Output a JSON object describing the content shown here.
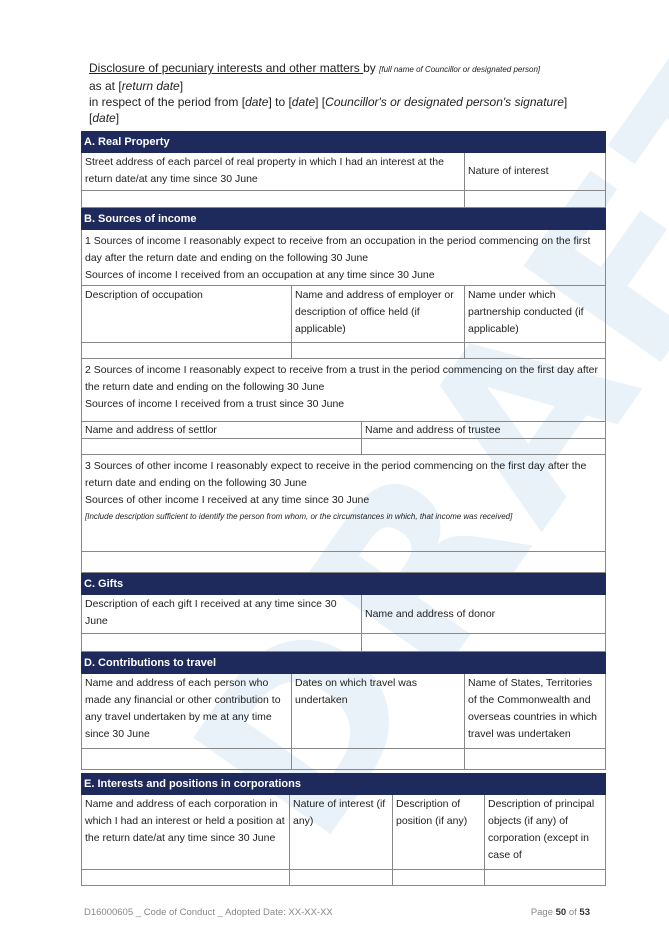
{
  "header": {
    "line1_title": "Disclosure of pecuniary interests and other matters ",
    "line1_by": "by",
    "line1_note": "[full name of Councillor or designated person]",
    "line2_prefix": "as at [",
    "line2_italic": "return date",
    "line2_suffix": "]",
    "line3_a": "in respect of the period from [",
    "line3_date1": "date",
    "line3_b": "] to [",
    "line3_date2": "date",
    "line3_c": "] [",
    "line3_sig": "Councillor's or designated person's signature",
    "line3_d": "]",
    "line4_prefix": "[",
    "line4_italic": "date",
    "line4_suffix": "]"
  },
  "sections": {
    "a": {
      "title": "A. Real Property",
      "col1": "Street address of each parcel of real property in which I had an interest at the return date/at any time since 30 June",
      "col2": "Nature of interest"
    },
    "b": {
      "title": "B. Sources of income",
      "p1_l1": "1 Sources of income I reasonably expect to receive from an occupation in the period commencing on the first day after the return date and ending on the following 30 June",
      "p1_l2": "Sources of income I received from an occupation at any time since 30 June",
      "p1_col1": "Description of occupation",
      "p1_col2": "Name and address of employer or description of office held (if applicable)",
      "p1_col3": "Name under which partnership conducted (if applicable)",
      "p2_l1": "2 Sources of income I reasonably expect to receive from a trust in the period commencing on the first day after the return date and ending on the following 30 June",
      "p2_l2": "Sources of income I received from a trust since 30 June",
      "p2_col1": "Name and address of settlor",
      "p2_col2": "Name and address of trustee",
      "p3_l1": "3 Sources of other income I reasonably expect to receive in the period commencing on the first day after the return date and ending on the following 30 June",
      "p3_l2": "Sources of other income I received at any time since 30 June",
      "p3_note": "[Include description sufficient to identify the person from whom, or the circumstances in which, that income was received]"
    },
    "c": {
      "title": "C. Gifts",
      "col1": "Description of each gift I received at any time since 30 June",
      "col2": "Name and address of donor"
    },
    "d": {
      "title": "D. Contributions to travel",
      "col1": "Name and address of each person who made any financial or other contribution to any travel undertaken by me at any time since 30 June",
      "col2": "Dates on which travel was undertaken",
      "col3": "Name of States, Territories of the Commonwealth and overseas countries in which travel was undertaken"
    },
    "e": {
      "title": "E. Interests and positions in corporations",
      "col1": "Name and address of each corporation in which I had an interest or held a position at the return date/at any time since 30 June",
      "col2": "Nature of interest (if any)",
      "col3": "Description of position (if any)",
      "col4": "Description of principal objects (if any) of corporation (except in case of"
    }
  },
  "watermark": "DRAFT",
  "footer": {
    "left": "D16000605 _ Code of Conduct _ Adopted Date: XX-XX-XX",
    "page_prefix": "Page ",
    "page_num": "50",
    "page_mid": " of ",
    "page_total": "53"
  }
}
